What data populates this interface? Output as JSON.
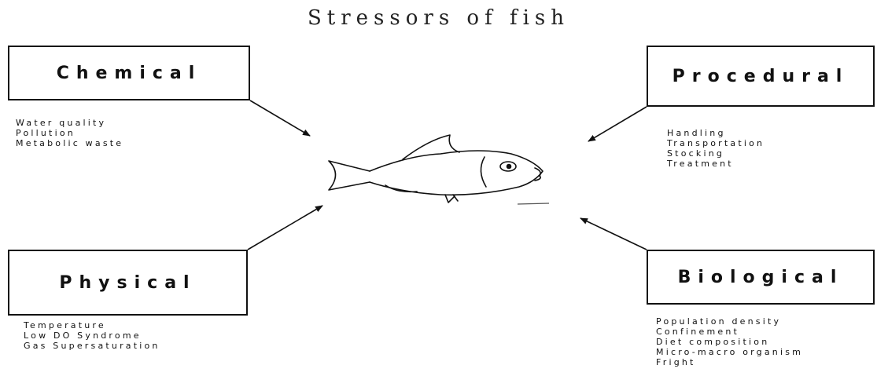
{
  "title": "Stressors of fish",
  "categories": [
    {
      "id": "chemical",
      "label": "Chemical",
      "items": [
        "Water quality",
        "Pollution",
        "Metabolic waste"
      ]
    },
    {
      "id": "procedural",
      "label": "Procedural",
      "items": [
        "Handling",
        "Transportation",
        "Stocking",
        "Treatment"
      ]
    },
    {
      "id": "physical",
      "label": "Physical",
      "items": [
        "Temperature",
        "Low DO Syndrome",
        "Gas Supersaturation"
      ]
    },
    {
      "id": "biological",
      "label": "Biological",
      "items": [
        "Population density",
        "Confinement",
        "Diet composition",
        "Micro-macro organism",
        "Fright"
      ]
    }
  ],
  "center_icon": "fish-icon",
  "colors": {
    "line": "#111111",
    "background": "#ffffff"
  }
}
